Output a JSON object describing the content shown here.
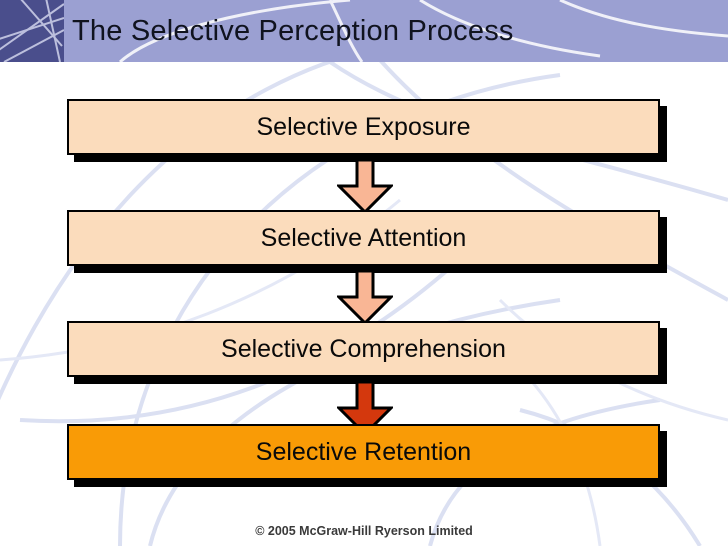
{
  "slide": {
    "title": "The Selective Perception Process",
    "title_color": "#10131f",
    "header_band_color": "#9ba0d2",
    "header_block_color": "#4a4e8c",
    "background_color": "#ffffff",
    "decor_line_color": "#d7dcf0"
  },
  "process": {
    "steps": [
      {
        "label": "Selective Exposure",
        "fill": "#fbdcbc",
        "border": "#000000"
      },
      {
        "label": "Selective Attention",
        "fill": "#fbdcbc",
        "border": "#000000"
      },
      {
        "label": "Selective Comprehension",
        "fill": "#fbdcbc",
        "border": "#000000"
      },
      {
        "label": "Selective Retention",
        "fill": "#f99b06",
        "border": "#000000"
      }
    ],
    "arrows": [
      {
        "name": "arrow-exposure-to-attention",
        "fill": "#f9b695",
        "stroke": "#000000"
      },
      {
        "name": "arrow-attention-to-comprehension",
        "fill": "#f9b695",
        "stroke": "#000000"
      },
      {
        "name": "arrow-comprehension-to-retention",
        "fill": "#d4380d",
        "stroke": "#000000"
      }
    ]
  },
  "footer": {
    "credit": "© 2005 McGraw-Hill Ryerson Limited"
  }
}
